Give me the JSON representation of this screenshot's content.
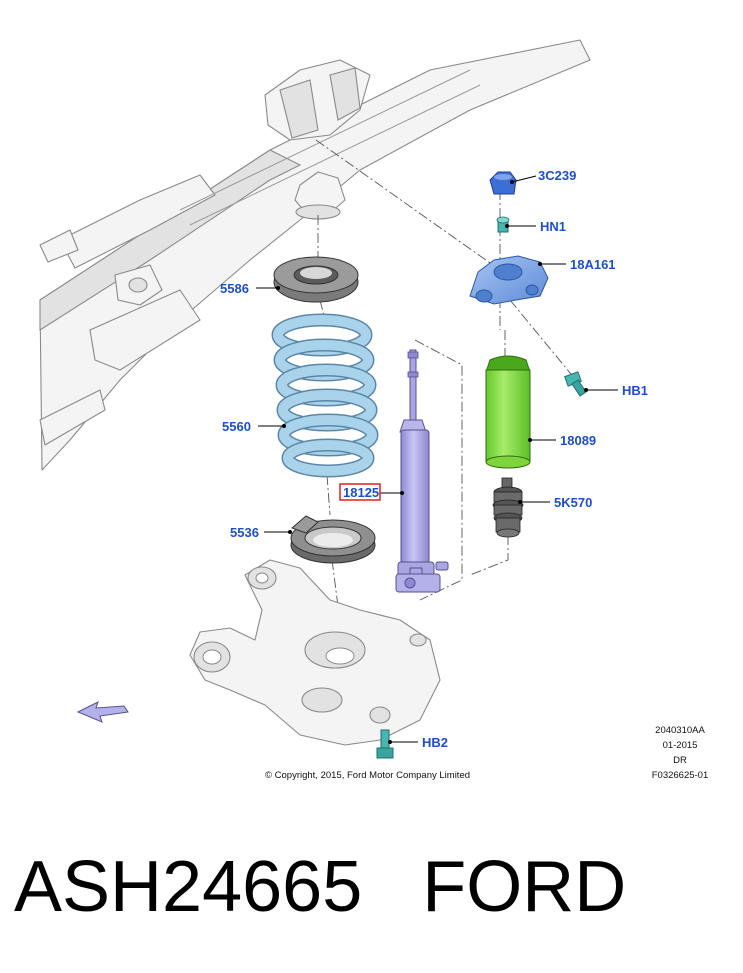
{
  "callouts": {
    "c3C239": "3C239",
    "cHN1": "HN1",
    "c18A161": "18A161",
    "c5586": "5586",
    "cHB1": "HB1",
    "c5560": "5560",
    "c18089": "18089",
    "c18125": "18125",
    "c5K570": "5K570",
    "c5536": "5536",
    "cHB2": "HB2"
  },
  "meta": {
    "code": "2040310AA",
    "date": "01-2015",
    "side": "DR",
    "figure": "F0326625-01"
  },
  "copyright": "© Copyright, 2015, Ford Motor Company Limited",
  "caption": {
    "part_number": "ASH24665",
    "brand": "FORD"
  },
  "colors": {
    "callout_text": "#1f4fc4",
    "spring": "#a9d3ea",
    "shock": "#a9a6e3",
    "bellows": "#8fdf4a",
    "mount": "#7aa6e6",
    "highlight_box": "#e02020"
  }
}
